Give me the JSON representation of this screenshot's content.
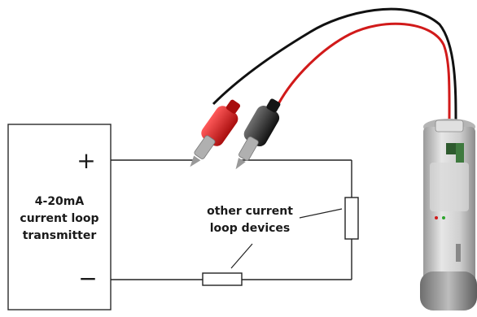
{
  "transmitter": {
    "line1": "4-20mA",
    "line2": "current loop",
    "line3": "transmitter",
    "plus": "+",
    "minus": "−"
  },
  "loop_devices": {
    "line1": "other current",
    "line2": "loop devices"
  },
  "colors": {
    "red_lead": "#d11a1a",
    "black_lead": "#111111",
    "wire": "#222222",
    "logger_body": "#c9c9c9"
  },
  "icons": [
    "red-alligator-clip-icon",
    "black-alligator-clip-icon",
    "data-logger-icon",
    "resistor-icon"
  ]
}
